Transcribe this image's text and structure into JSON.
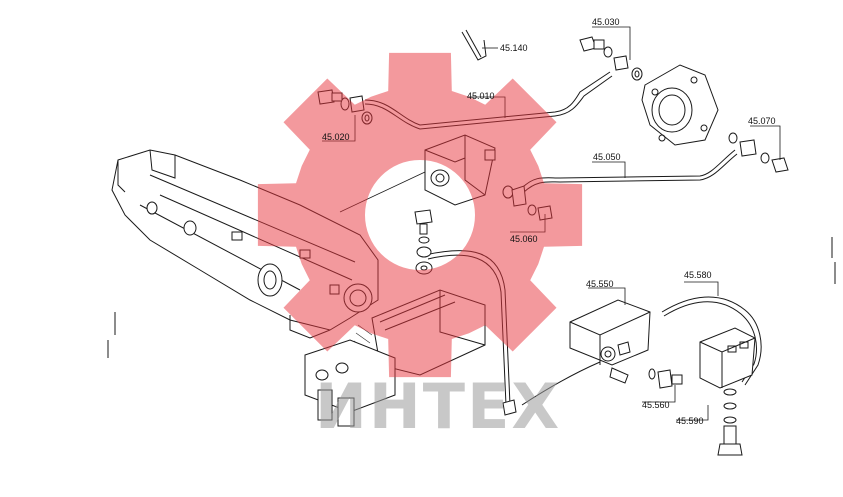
{
  "watermark": {
    "text": "ИНТЕХ",
    "gear_color": "#e8333c",
    "text_color": "#9a9a9a"
  },
  "parts": [
    {
      "id": "45.010"
    },
    {
      "id": "45.020"
    },
    {
      "id": "45.030"
    },
    {
      "id": "45.050"
    },
    {
      "id": "45.060"
    },
    {
      "id": "45.070"
    },
    {
      "id": "45.140"
    },
    {
      "id": "45.550"
    },
    {
      "id": "45.560"
    },
    {
      "id": "45.580"
    },
    {
      "id": "45.590"
    }
  ]
}
